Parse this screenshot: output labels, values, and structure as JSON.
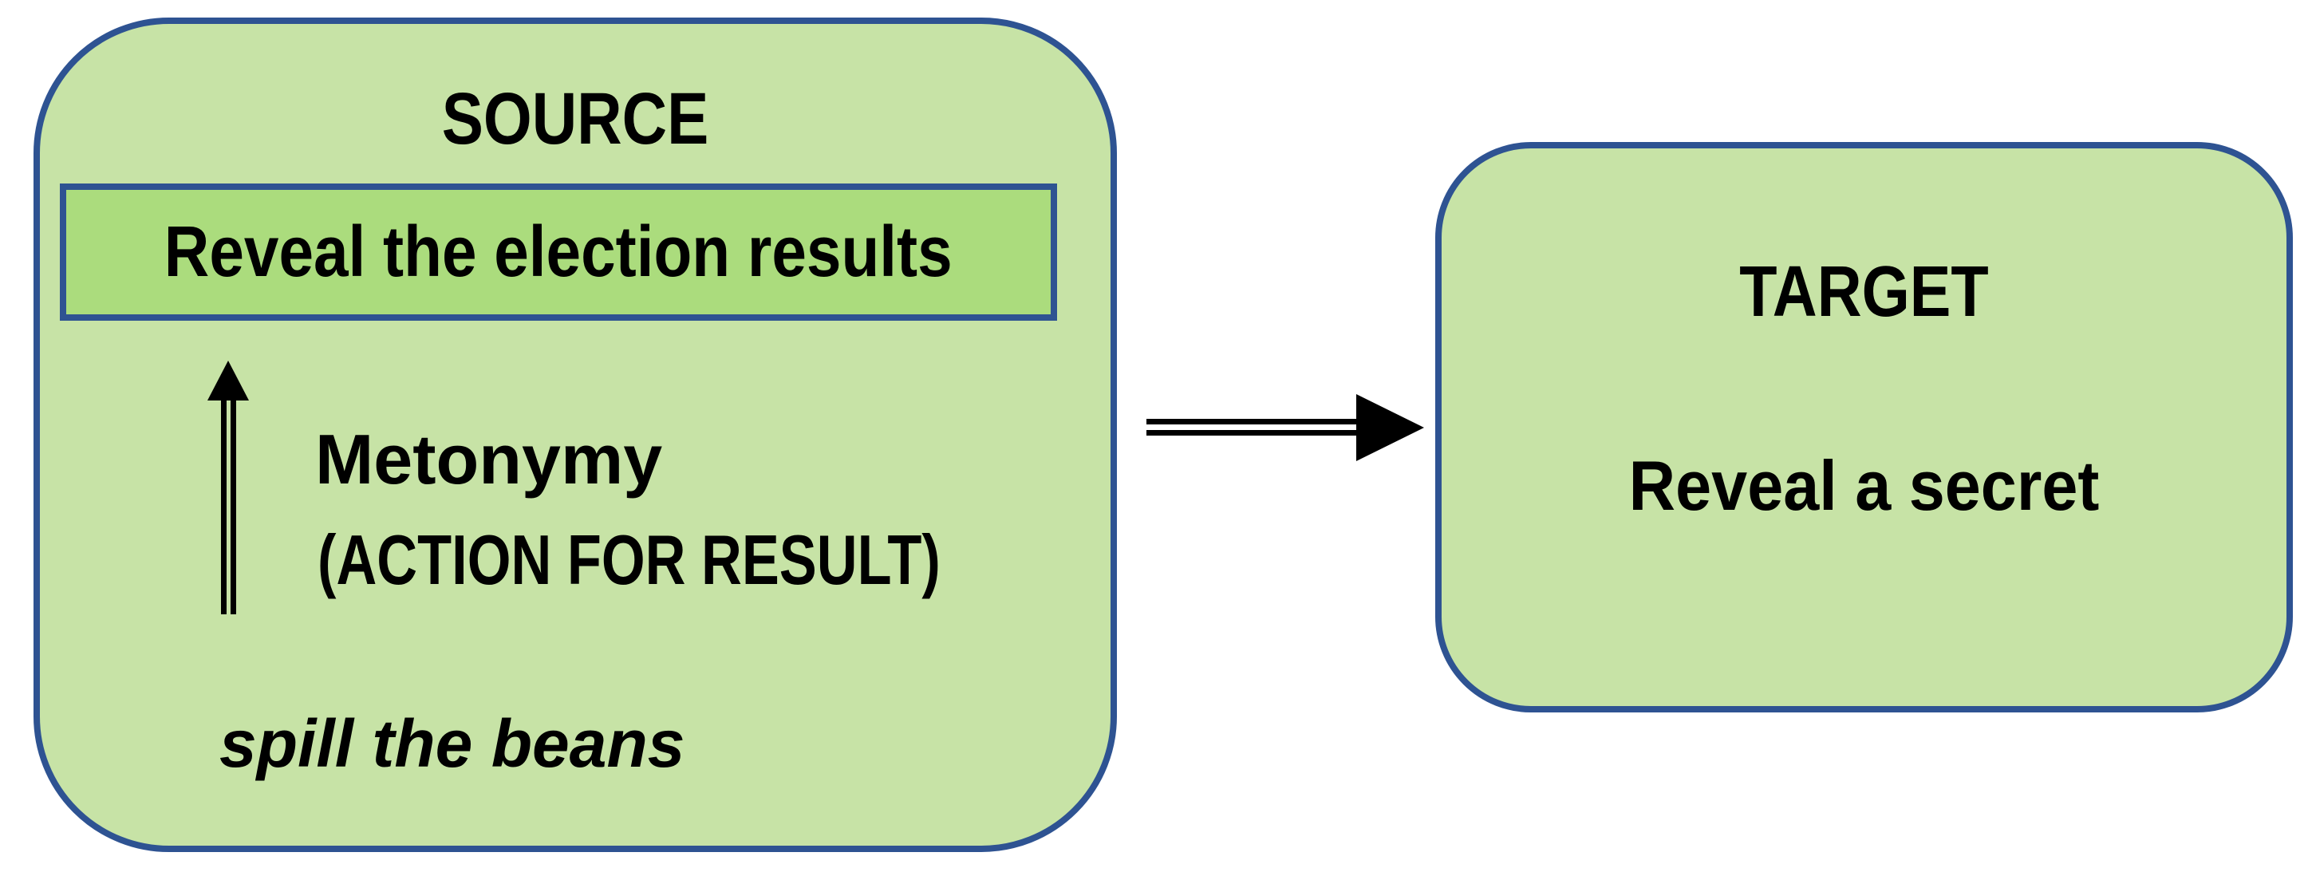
{
  "diagram": {
    "source_box": {
      "title": "SOURCE",
      "example": "Reveal the election results",
      "relation_label": "Metonymy",
      "relation_type": "(ACTION FOR RESULT)",
      "idiom": "spill the beans"
    },
    "target_box": {
      "title": "TARGET",
      "meaning": "Reveal a secret"
    },
    "icons": {
      "up_arrow": "up-arrow-icon",
      "right_arrow": "right-arrow-icon"
    },
    "colors": {
      "box_fill": "#c7e3a6",
      "example_fill": "#abdc7d",
      "border_blue": "#2e5392",
      "text_black": "#000000",
      "background": "#ffffff"
    }
  }
}
